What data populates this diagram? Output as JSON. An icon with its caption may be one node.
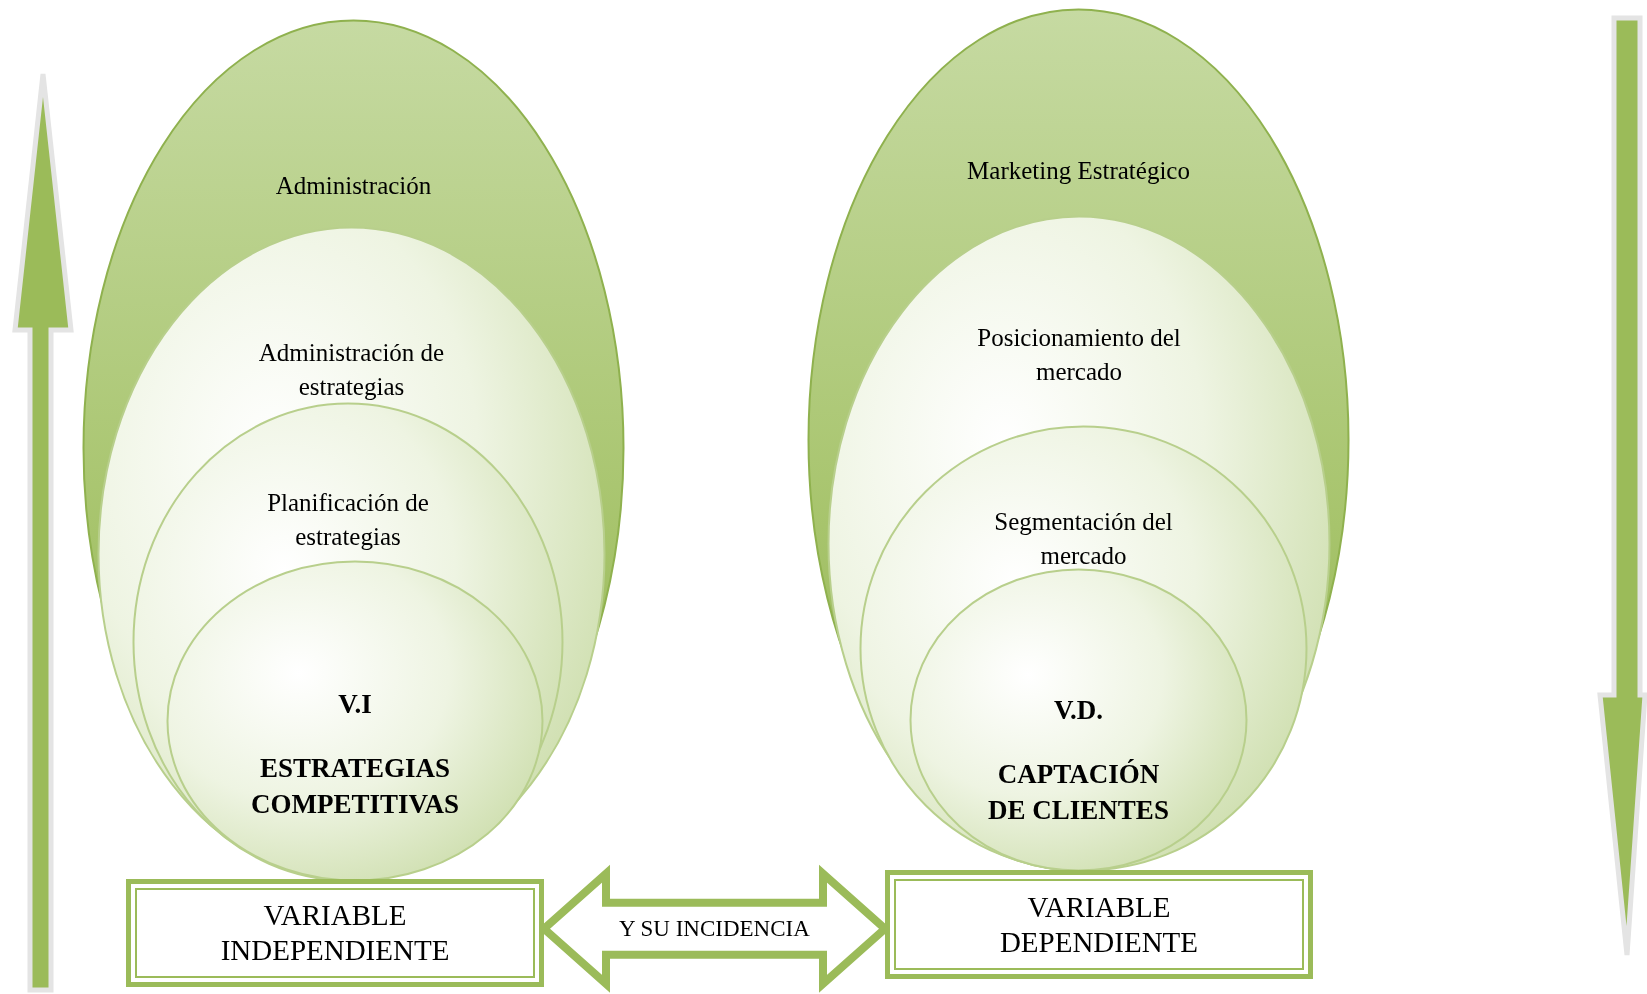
{
  "diagram": {
    "nodes": [
      {
        "text": [
          "Administración"
        ]
      },
      {
        "text": [
          "Administración de estrategias"
        ],
        "in": 0
      },
      {
        "text": [
          "Planificación de estrategias"
        ],
        "in": 1
      },
      {
        "text": [
          "V.I",
          "ESTRATEGIAS COMPETITIVAS"
        ],
        "in": 2
      },
      {
        "text": [
          "VARIABLE INDEPENDIENTE"
        ]
      },
      {
        "text": [
          "Marketing Estratégico"
        ]
      },
      {
        "text": [
          "Posicionamiento del mercado"
        ],
        "in": 5
      },
      {
        "text": [
          "Segmentación del mercado"
        ],
        "in": 6
      },
      {
        "text": [
          "V.D.",
          "CAPTACIÓN DE CLIENTES"
        ],
        "in": 7
      },
      {
        "text": [
          "VARIABLE DEPENDIENTE"
        ]
      }
    ],
    "edges": [
      {
        "from": 4,
        "to": 9,
        "arrow": "both",
        "label": "Y SU INCIDENCIA"
      }
    ]
  }
}
